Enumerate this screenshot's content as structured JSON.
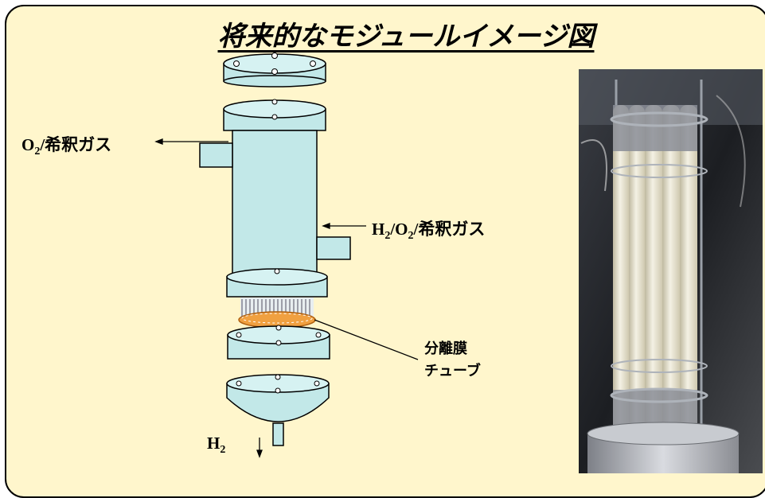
{
  "title": "将来的なモジュールイメージ図",
  "labels": {
    "outlet_top_prefix": "O",
    "outlet_top_sub": "2",
    "outlet_top_suffix": "/希釈ガス",
    "inlet_side_h": "H",
    "inlet_side_h_sub": "2",
    "inlet_side_o": "/O",
    "inlet_side_o_sub": "2",
    "inlet_side_suffix": "/希釈ガス",
    "membrane_line1": "分離膜",
    "membrane_line2": "チューブ",
    "outlet_bottom_h": "H",
    "outlet_bottom_sub": "2"
  },
  "photo": {
    "subject": "membrane-module-photo"
  },
  "colors": {
    "panel_background": "#fff6cc",
    "vessel_fill": "#c2e8e8",
    "membrane_ring": "#f0a040"
  }
}
